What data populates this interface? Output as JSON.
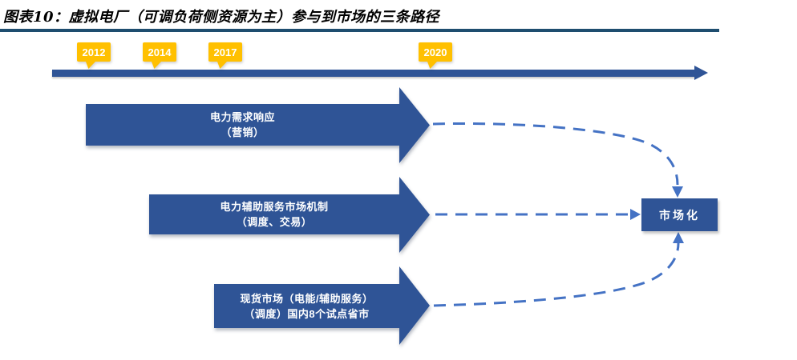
{
  "figure": {
    "title": "图表10：虚拟电厂（可调负荷侧资源为主）参与到市场的三条路径"
  },
  "timeline": {
    "years": [
      "2012",
      "2014",
      "2017",
      "2020"
    ]
  },
  "paths": [
    {
      "name": "demand-response",
      "line1": "电力需求响应",
      "line2": "（营销）"
    },
    {
      "name": "ancillary-services",
      "line1": "电力辅助服务市场机制",
      "line2": "（调度、交易）"
    },
    {
      "name": "spot-market",
      "line1": "现货市场（电能/辅助服务）",
      "line2": "（调度）国内8个试点省市"
    }
  ],
  "target": {
    "label": "市场化"
  },
  "colors": {
    "primary_blue": "#2F5496",
    "connector_blue": "#4472C4",
    "year_gold": "#FFC000",
    "divider_navy": "#1E4D6F"
  }
}
